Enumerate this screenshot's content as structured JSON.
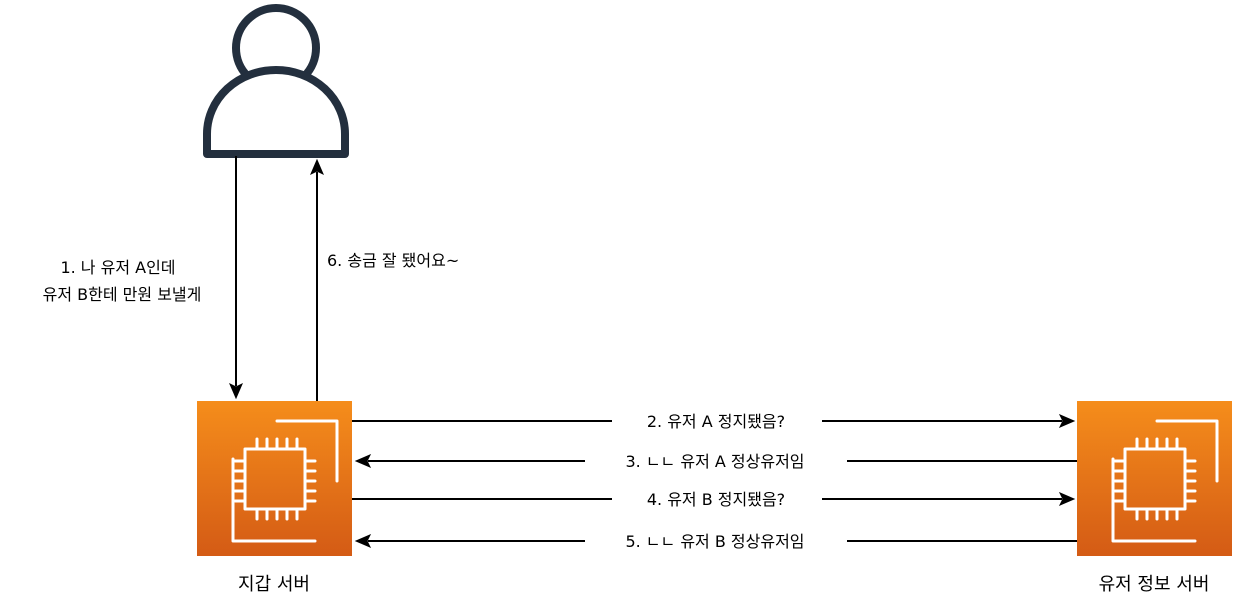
{
  "colors": {
    "server_top": "#F58D1B",
    "server_bottom": "#D45B15",
    "user_icon_stroke": "#232F3E",
    "arrow": "#000000"
  },
  "icons": {
    "user": "user-icon",
    "server": "ec2-instance-icon"
  },
  "nodes": {
    "wallet_server": "지갑 서버",
    "user_info_server": "유저 정보 서버"
  },
  "messages": {
    "m1_line1": "1. 나 유저 A인데",
    "m1_line2": "유저 B한테 만원 보낼게",
    "m2": "2. 유저 A 정지됐음?",
    "m3": "3. ㄴㄴ 유저 A 정상유저임",
    "m4": "4. 유저 B 정지됐음?",
    "m5": "5. ㄴㄴ 유저 B 정상유저임",
    "m6": "6. 송금 잘 됐어요~"
  }
}
